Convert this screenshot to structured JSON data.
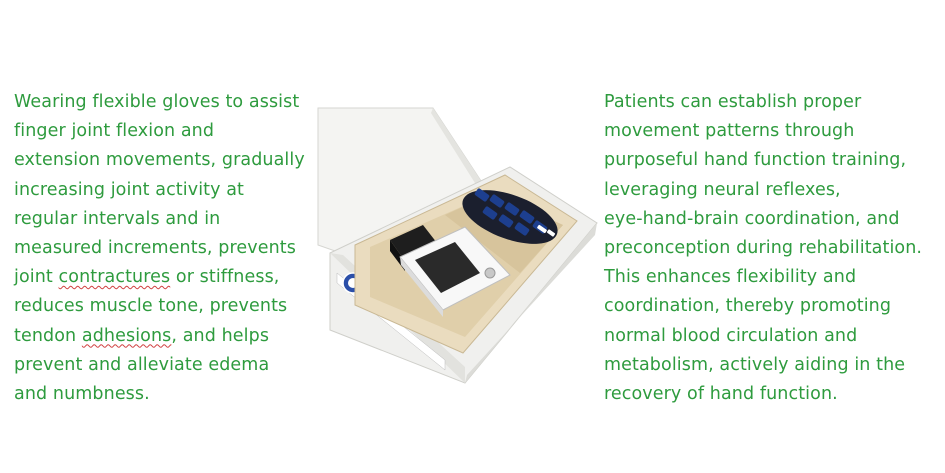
{
  "left_text": {
    "lines": [
      "Wearing flexible gloves to assist",
      "finger joint flexion and",
      "extension movements, gradually",
      "increasing joint activity at",
      "regular intervals and in",
      "measured increments, prevents",
      [
        "joint ",
        "contractures",
        " or stiffness,"
      ],
      "reduces muscle tone, prevents",
      [
        "tendon ",
        "adhesions",
        ", and helps"
      ],
      "prevent and alleviate edema",
      "and numbness."
    ]
  },
  "right_text": {
    "lines": [
      "Patients can establish proper",
      "movement patterns through",
      "purposeful hand function training,",
      "leveraging neural reflexes,",
      "eye-hand-brain coordination, and",
      "preconception during rehabilitation.",
      "This enhances flexibility and",
      "coordination, thereby promoting",
      "normal blood circulation and",
      "metabolism, actively aiding in the",
      "recovery of hand function."
    ]
  },
  "colors": {
    "text": "#2e9b3e",
    "box": "#f3f3f1",
    "tray": "#e9dcc0",
    "device_screen": "#2a2a2a",
    "glove_blue": "#1d3f8f"
  }
}
